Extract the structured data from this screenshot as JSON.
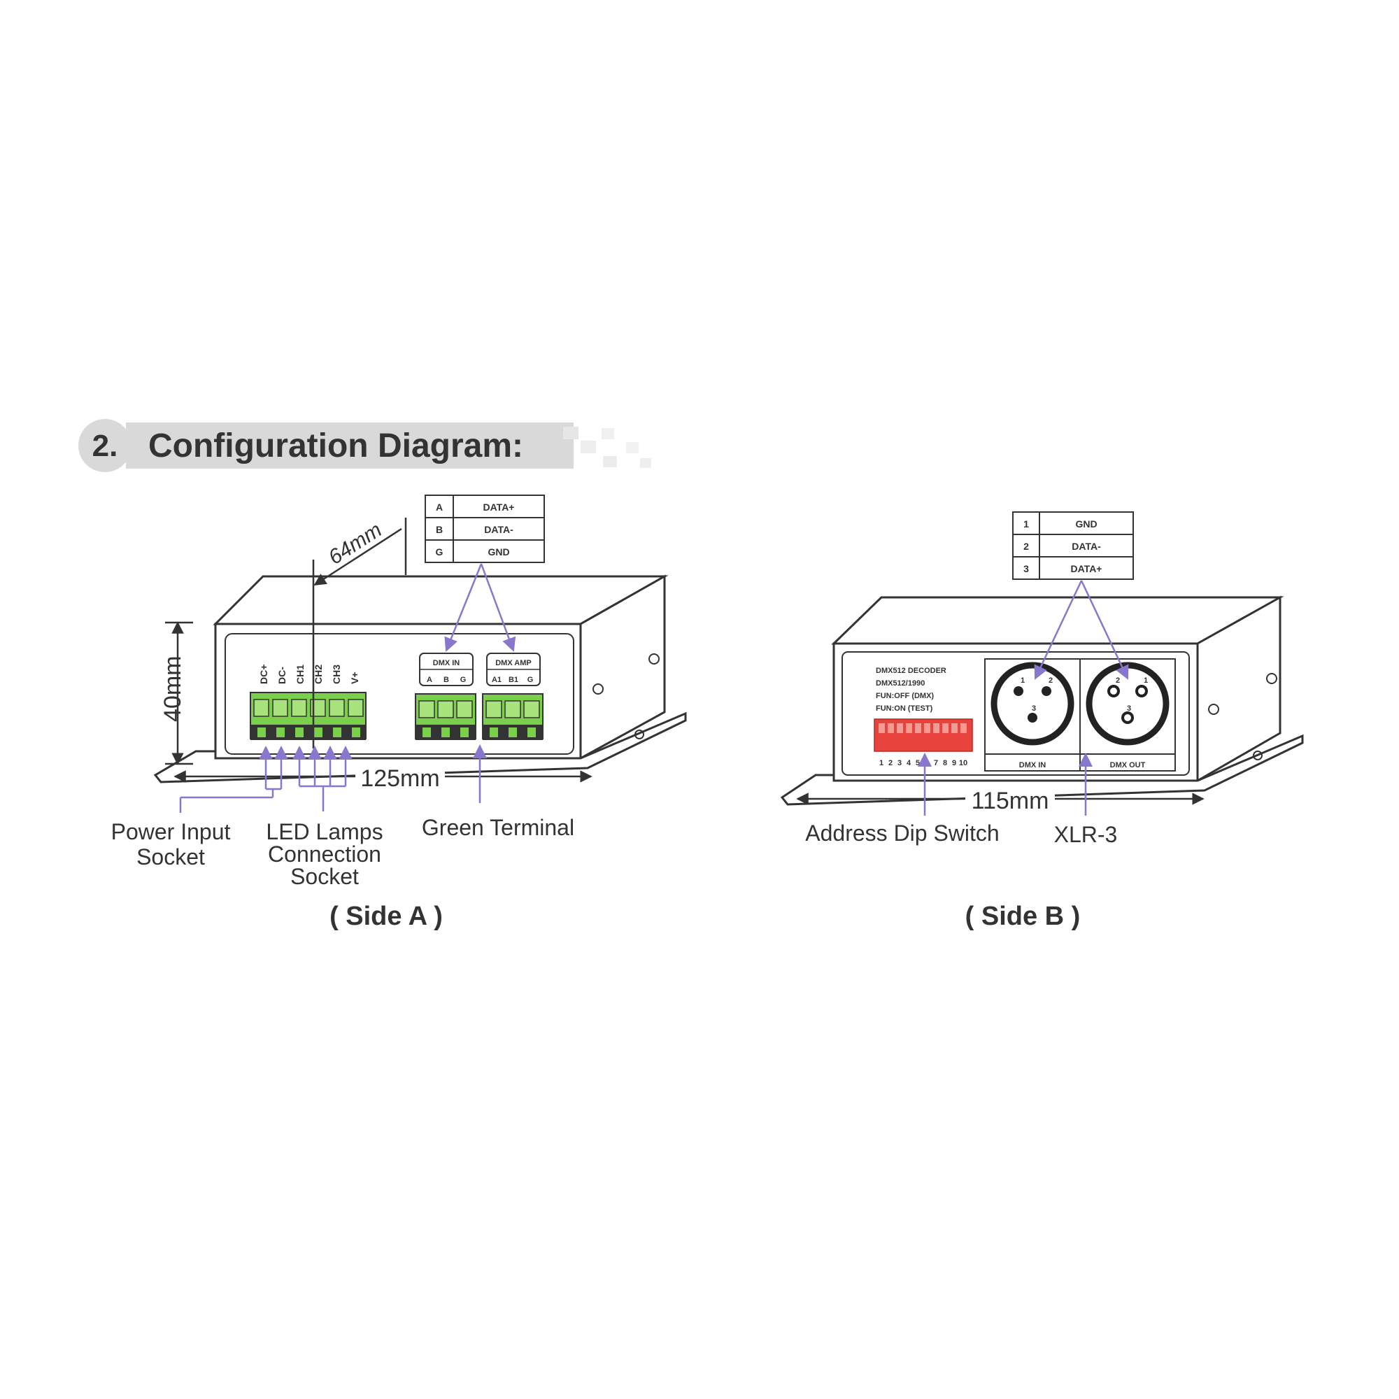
{
  "header": {
    "number": "2.",
    "title": "Configuration Diagram:"
  },
  "side_a": {
    "caption": "( Side A )",
    "dims": {
      "height": "40mm",
      "depth": "64mm",
      "width": "125mm"
    },
    "terminal_labels": [
      "DC+",
      "DC-",
      "CH1",
      "CH2",
      "CH3",
      "V+"
    ],
    "dmx_in_label": "DMX IN",
    "dmx_in_pins": [
      "A",
      "B",
      "G"
    ],
    "dmx_out_label": "DMX AMP",
    "dmx_out_pins": [
      "A1",
      "B1",
      "G"
    ],
    "pin_table": [
      {
        "pin": "A",
        "signal": "DATA+"
      },
      {
        "pin": "B",
        "signal": "DATA-"
      },
      {
        "pin": "G",
        "signal": "GND"
      }
    ],
    "callouts": {
      "power": [
        "Power Input",
        "Socket"
      ],
      "led": [
        "LED Lamps",
        "Connection",
        "Socket"
      ],
      "green": "Green Terminal"
    }
  },
  "side_b": {
    "caption": "( Side B )",
    "dims": {
      "width": "115mm"
    },
    "panel_text": [
      "DMX512 DECODER",
      "DMX512/1990",
      "FUN:OFF (DMX)",
      "FUN:ON (TEST)"
    ],
    "dip_numbers": [
      "1",
      "2",
      "3",
      "4",
      "5",
      "6",
      "7",
      "8",
      "9",
      "10"
    ],
    "xlr_in_label": "DMX IN",
    "xlr_out_label": "DMX OUT",
    "xlr_pins": [
      "1",
      "2",
      "3"
    ],
    "pin_table": [
      {
        "pin": "1",
        "signal": "GND"
      },
      {
        "pin": "2",
        "signal": "DATA-"
      },
      {
        "pin": "3",
        "signal": "DATA+"
      }
    ],
    "callouts": {
      "dip": "Address Dip Switch",
      "xlr": "XLR-3"
    }
  },
  "colors": {
    "terminal_green": "#7ad04a",
    "dip_red": "#e8433c",
    "leader_purple": "#8877cc",
    "outline": "#333333",
    "header_grey": "#d9d9d9"
  }
}
